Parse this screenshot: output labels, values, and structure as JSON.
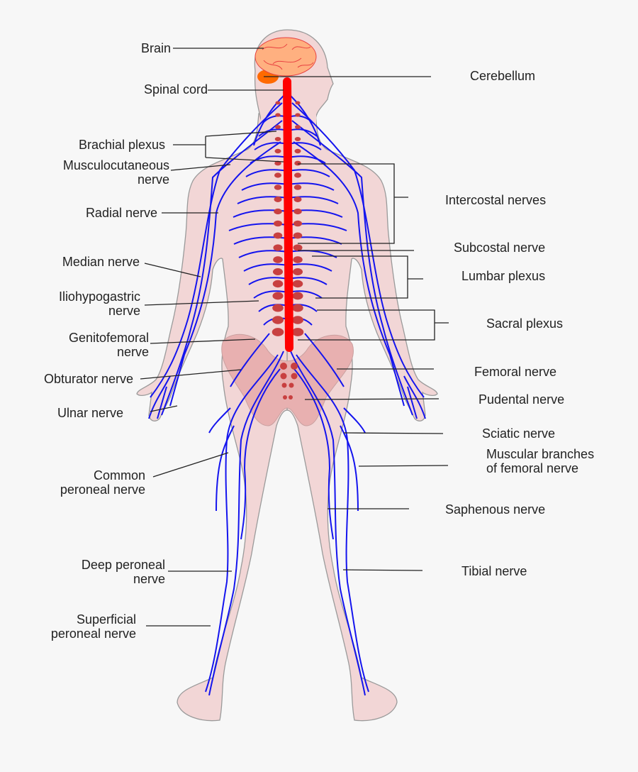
{
  "colors": {
    "background": "#f7f7f7",
    "skin": "#f2d6d6",
    "pelvis": "#e8b0b0",
    "spinal_cord": "#ff0000",
    "nerves": "#1414ee",
    "ganglia": "#c84040",
    "brain": "#ffb080",
    "cerebellum": "#ff6a00",
    "leader_lines": "#222222"
  },
  "labels_left": {
    "brain": "Brain",
    "spinal_cord": "Spinal cord",
    "brachial_plexus": "Brachial plexus",
    "musculocutaneous_1": "Musculocutaneous",
    "musculocutaneous_2": "nerve",
    "radial": "Radial nerve",
    "median": "Median nerve",
    "iliohypogastric_1": "Iliohypogastric",
    "iliohypogastric_2": "nerve",
    "genitofemoral_1": "Genitofemoral",
    "genitofemoral_2": "nerve",
    "obturator": "Obturator nerve",
    "ulnar": "Ulnar nerve",
    "common_peroneal_1": "Common",
    "common_peroneal_2": "peroneal nerve",
    "deep_peroneal_1": "Deep peroneal",
    "deep_peroneal_2": "nerve",
    "superficial_peroneal_1": "Superficial",
    "superficial_peroneal_2": "peroneal nerve"
  },
  "labels_right": {
    "cerebellum": "Cerebellum",
    "intercostal": "Intercostal nerves",
    "subcostal": "Subcostal nerve",
    "lumbar": "Lumbar plexus",
    "sacral": "Sacral plexus",
    "femoral": "Femoral nerve",
    "pudental": "Pudental nerve",
    "sciatic": "Sciatic nerve",
    "muscular_1": "Muscular branches",
    "muscular_2": "of femoral nerve",
    "saphenous": "Saphenous nerve",
    "tibial": "Tibial nerve"
  }
}
